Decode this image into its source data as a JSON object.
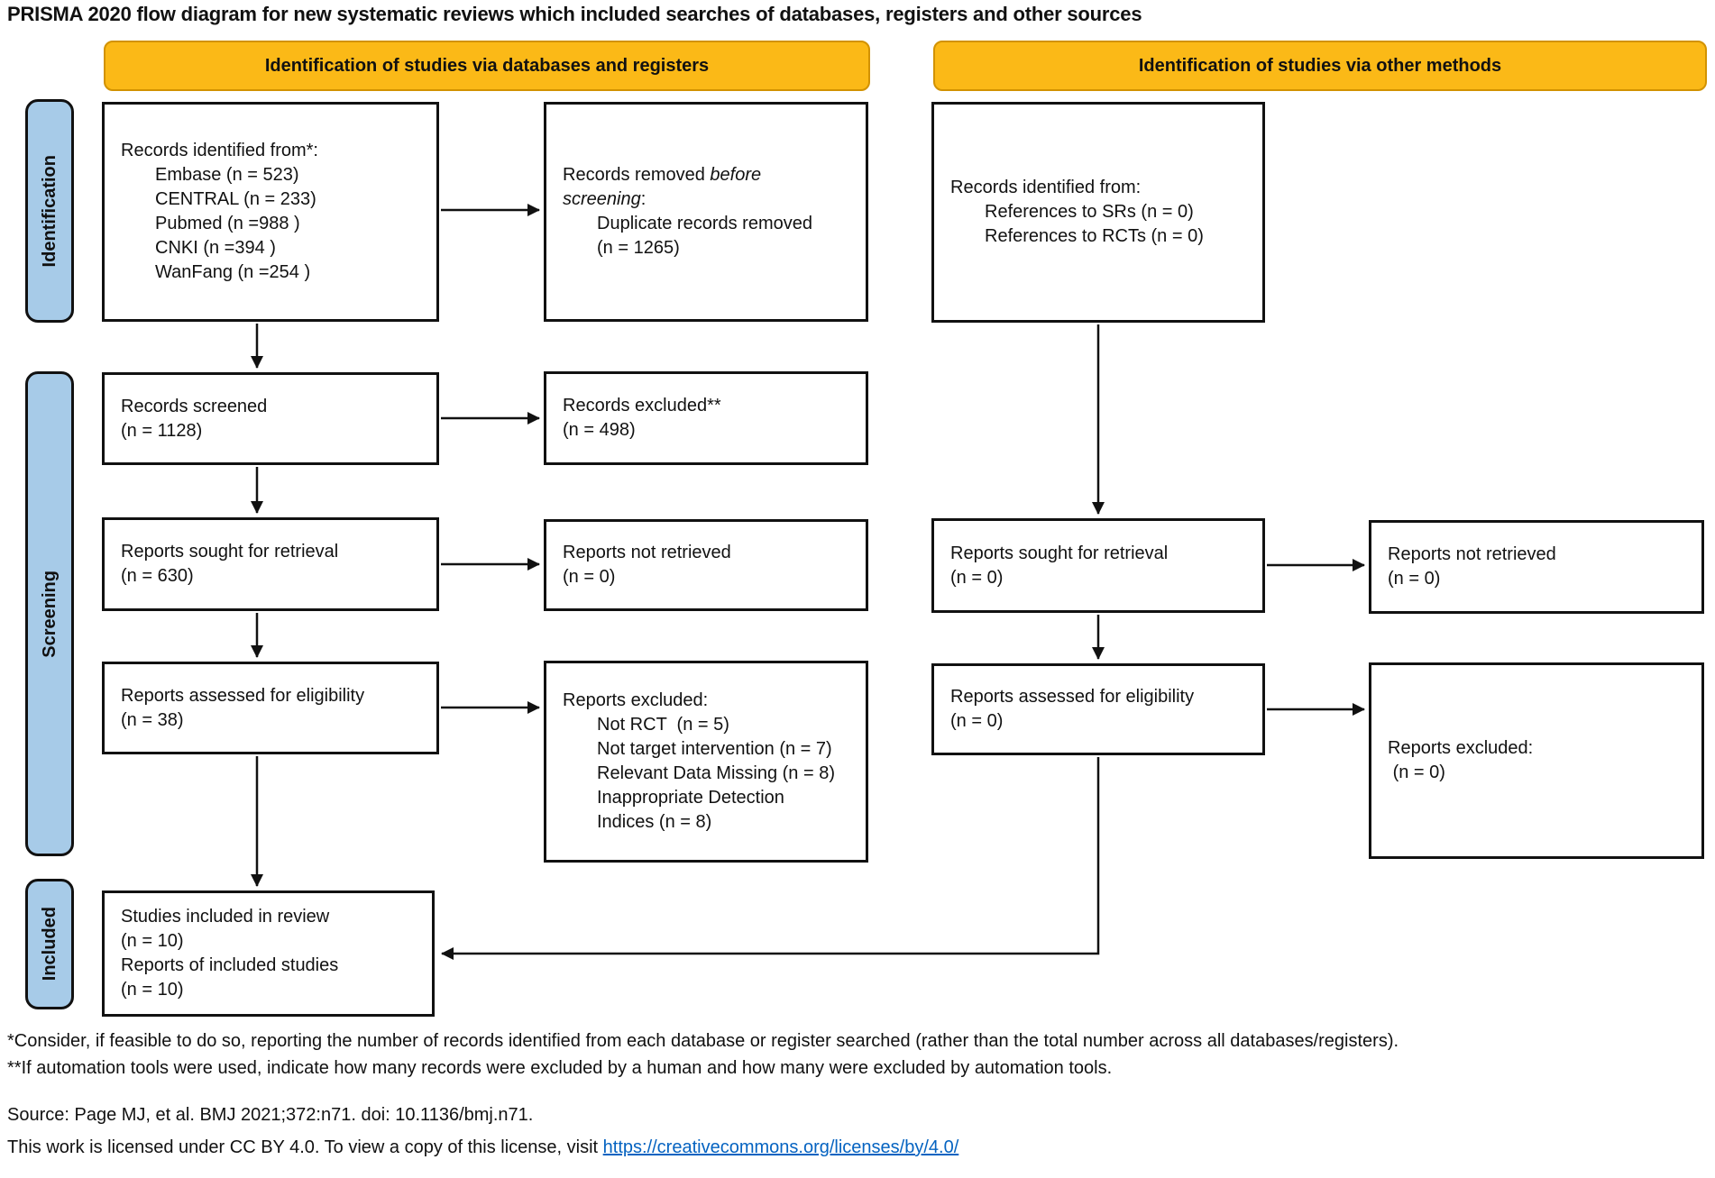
{
  "title": "PRISMA 2020 flow diagram for new systematic reviews which included searches of databases, registers and other sources",
  "column_headers": {
    "databases": "Identification of studies via databases and registers",
    "other_methods": "Identification of studies via other methods"
  },
  "stages": {
    "identification": "Identification",
    "screening": "Screening",
    "included": "Included"
  },
  "boxes": {
    "db_identified": {
      "lines": [
        "Records identified from*:",
        "Embase (n = 523)",
        "CENTRAL (n = 233)",
        "Pubmed (n =988 )",
        "CNKI (n =394 )",
        "WanFang (n =254 )"
      ]
    },
    "records_removed": {
      "prefix": "Records removed ",
      "italic": "before screening",
      "suffix": ":",
      "lines": [
        "Duplicate records removed",
        "(n = 1265)"
      ]
    },
    "other_identified": {
      "lines": [
        "Records identified from:",
        "References to SRs (n = 0)",
        "References to RCTs (n = 0)"
      ]
    },
    "records_screened": {
      "lines": [
        "Records screened",
        "(n = 1128)"
      ]
    },
    "records_excluded": {
      "lines": [
        "Records excluded**",
        "(n = 498)"
      ]
    },
    "db_sought": {
      "lines": [
        "Reports sought for retrieval",
        "(n = 630)"
      ]
    },
    "db_not_retrieved": {
      "lines": [
        "Reports not retrieved",
        "(n = 0)"
      ]
    },
    "other_sought": {
      "lines": [
        "Reports sought for retrieval",
        "(n = 0)"
      ]
    },
    "other_not_retrieved": {
      "lines": [
        "Reports not retrieved",
        "(n = 0)"
      ]
    },
    "db_assessed": {
      "lines": [
        "Reports assessed for eligibility",
        "(n = 38)"
      ]
    },
    "db_excluded": {
      "lines": [
        "Reports excluded:",
        "Not RCT  (n = 5)",
        "Not target intervention (n = 7)",
        "Relevant Data Missing (n = 8)",
        "Inappropriate Detection",
        "Indices (n = 8)"
      ]
    },
    "other_assessed": {
      "lines": [
        "Reports assessed for eligibility",
        "(n = 0)"
      ]
    },
    "other_excluded": {
      "lines": [
        "Reports excluded:",
        " (n = 0)"
      ]
    },
    "included": {
      "lines": [
        "Studies included in review",
        "(n = 10)",
        "Reports of included studies",
        "(n = 10)"
      ]
    }
  },
  "footnotes": {
    "first": "*Consider, if feasible to do so, reporting the number of records identified from each database or register searched (rather than the total number across all databases/registers).",
    "second": "**If automation tools were used, indicate how many records were excluded by a human and how many were excluded by automation tools."
  },
  "source": "Source: Page MJ, et al. BMJ 2021;372:n71. doi: 10.1136/bmj.n71.",
  "license": {
    "text": "This work is licensed under CC BY 4.0. To view a copy of this license, visit ",
    "link_label": "https://creativecommons.org/licenses/by/4.0/",
    "link_href": "https://creativecommons.org/licenses/by/4.0/"
  },
  "colors": {
    "header_fill": "#FBB917",
    "header_border": "#D29200",
    "stage_fill": "#A7CBE8",
    "box_border": "#111111",
    "link": "#0563C1"
  }
}
